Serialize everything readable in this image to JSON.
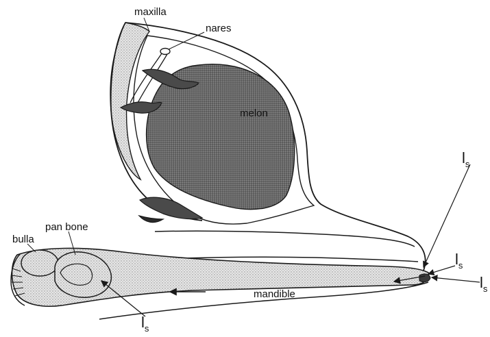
{
  "diagram": {
    "labels": {
      "maxilla": "maxilla",
      "nares": "nares",
      "melon": "melon",
      "bulla": "bulla",
      "pan_bone": "pan bone",
      "mandible": "mandible",
      "ls": {
        "main": "l",
        "sub": "s"
      }
    },
    "colors": {
      "ink": "#1a1a1a",
      "melon_fill": "#6e6e6e",
      "stipple_fill": "#d6d6d6",
      "dark_tissue": "#4a4a4a"
    }
  }
}
